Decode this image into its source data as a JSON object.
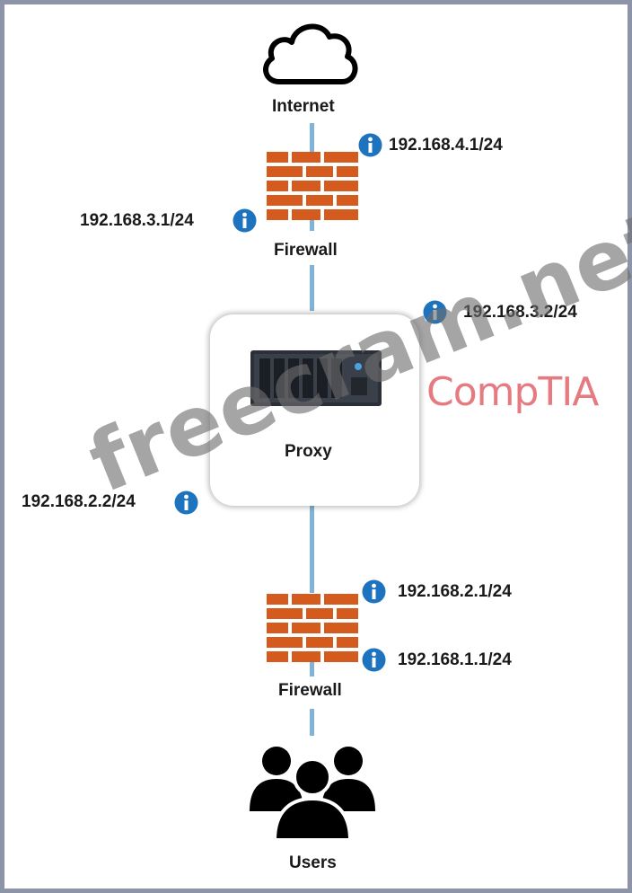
{
  "nodes": {
    "internet": "Internet",
    "firewall_top": "Firewall",
    "proxy": "Proxy",
    "firewall_bottom": "Firewall",
    "users": "Users"
  },
  "ips": {
    "fw_top_outside": "192.168.4.1/24",
    "fw_top_inside": "192.168.3.1/24",
    "proxy_outside": "192.168.3.2/24",
    "proxy_inside": "192.168.2.2/24",
    "fw_bottom_outside": "192.168.2.1/24",
    "fw_bottom_inside": "192.168.1.1/24"
  },
  "watermark": "freecram.net",
  "brand": "CompTIA",
  "colors": {
    "link": "#7fb3d8",
    "brick": "#d45a1e",
    "info": "#1e73be",
    "watermark": "#6e6e6e",
    "brand": "#dd4650"
  },
  "icons": [
    "cloud-icon",
    "firewall-icon",
    "server-icon",
    "users-icon",
    "info-icon"
  ]
}
